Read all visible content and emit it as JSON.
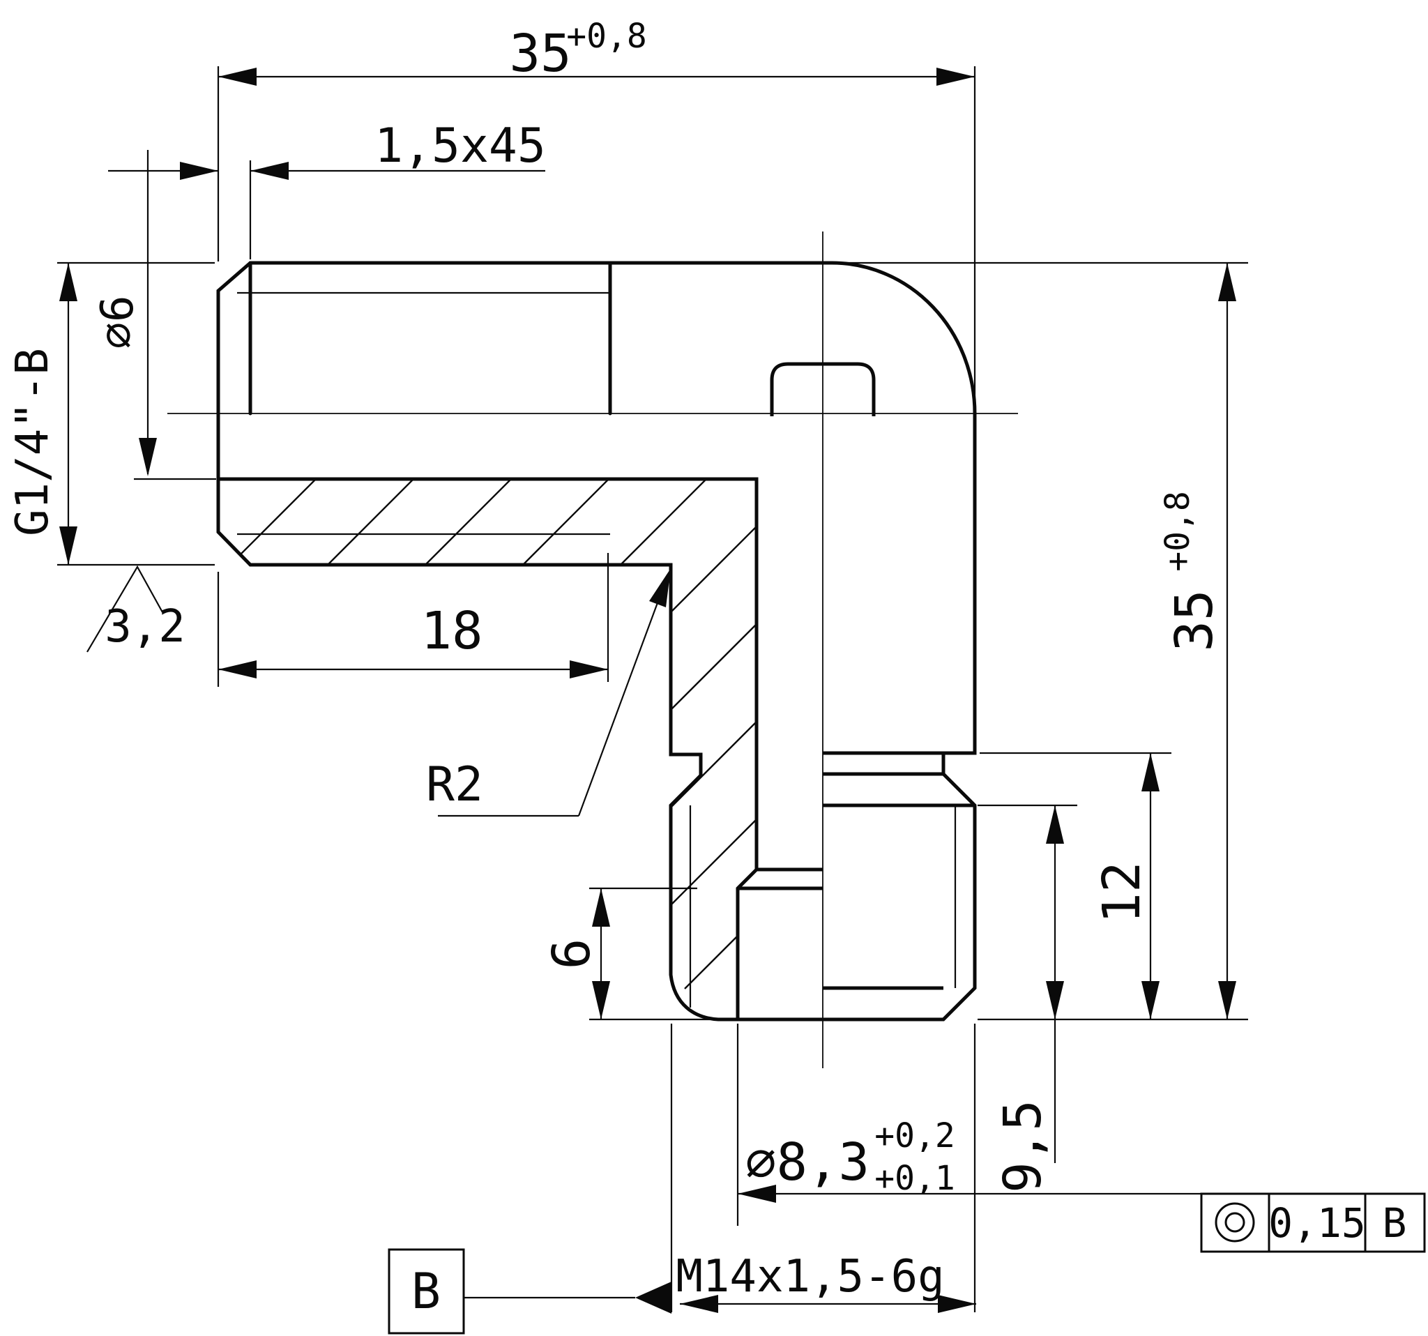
{
  "drawing": {
    "colors": {
      "line": "#0a0a0a",
      "background": "#ffffff"
    },
    "dimensions": {
      "overall_length": {
        "value": "35",
        "tolerance": "+0,8"
      },
      "end_chamfer": "1,5x45",
      "bore_diameter": "∅6",
      "thread_g": "G1/4\"-B",
      "surface_roughness": "3,2",
      "thread_length_g": "18",
      "fillet_radius": "R2",
      "overall_height": {
        "value": "35",
        "tolerance": "+0,8"
      },
      "thread_length_m": "12",
      "full_thread_length": "9,5",
      "counterbore": {
        "value": "∅8,3",
        "tol_upper": "+0,2",
        "tol_lower": "+0,1"
      },
      "counterbore_depth": "6",
      "thread_m": "M14x1,5-6g"
    },
    "datum": {
      "label": "B"
    },
    "feature_control_frame": {
      "symbol": "concentricity",
      "tolerance": "0,15",
      "datum": "B"
    }
  }
}
